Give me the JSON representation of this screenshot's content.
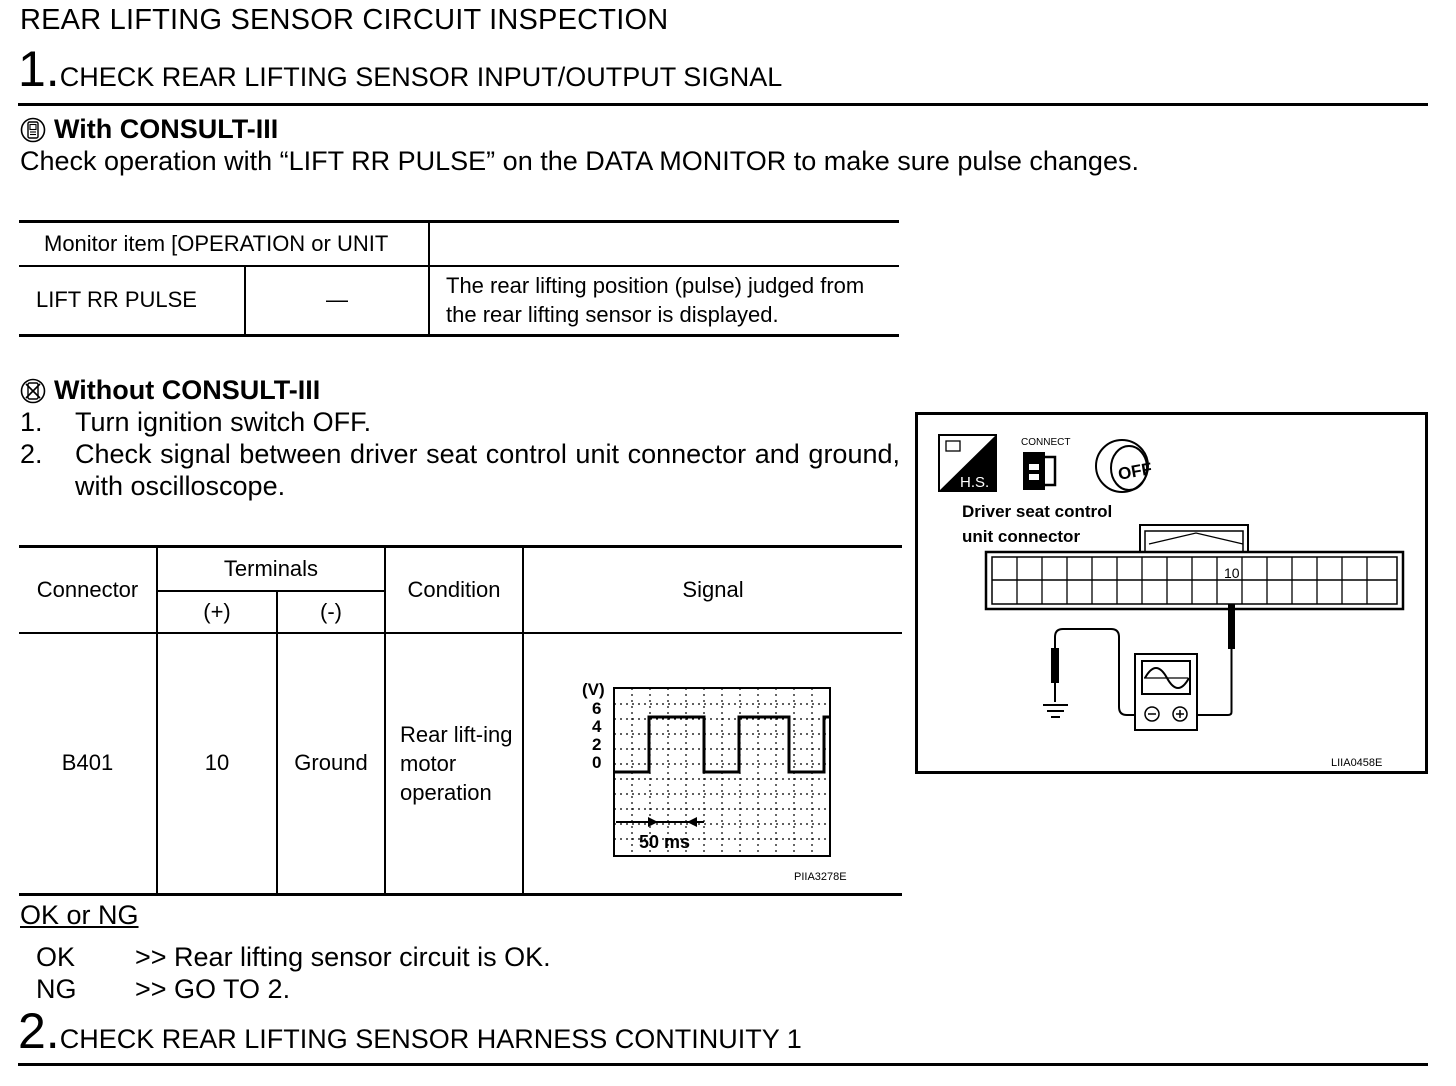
{
  "page_title": "REAR LIFTING SENSOR CIRCUIT INSPECTION",
  "step1": {
    "number": "1.",
    "title": "CHECK REAR LIFTING SENSOR INPUT/OUTPUT SIGNAL"
  },
  "with_consult": {
    "heading": "With CONSULT-III",
    "text": "Check operation with “LIFT RR PULSE” on the DATA MONITOR to make sure pulse changes."
  },
  "monitor_table": {
    "header": "Monitor item [OPERATION or UNIT",
    "row": {
      "item": "LIFT RR PULSE",
      "condition": "—",
      "description": "The rear lifting position (pulse) judged from the rear lifting sensor is displayed."
    }
  },
  "without_consult": {
    "heading": "Without CONSULT-III",
    "steps": [
      {
        "n": "1.",
        "text": "Turn ignition switch OFF."
      },
      {
        "n": "2.",
        "text": "Check signal between driver seat control unit connector and ground, with oscilloscope."
      }
    ]
  },
  "signal_table": {
    "headers": {
      "connector": "Connector",
      "terminals": "Terminals",
      "plus": "(+)",
      "minus": "(-)",
      "condition": "Condition",
      "signal": "Signal"
    },
    "row": {
      "connector": "B401",
      "plus": "10",
      "minus": "Ground",
      "condition": "Rear lift-ing motor operation"
    },
    "waveform": {
      "unit": "(V)",
      "y_ticks": [
        "6",
        "4",
        "2",
        "0"
      ],
      "time_label": "50 ms",
      "figure_id": "PIIA3278E"
    }
  },
  "diagram": {
    "hs_label": "H.S.",
    "connect_label": "CONNECT",
    "off_label": "OFF",
    "connector_label_line1": "Driver seat control",
    "connector_label_line2": "unit connector",
    "terminal": "10",
    "figure_id": "LIIA0458E"
  },
  "ok_ng": {
    "heading": "OK or NG",
    "results": [
      {
        "code": "OK",
        "text": ">> Rear lifting sensor circuit is OK."
      },
      {
        "code": "NG",
        "text": ">> GO TO 2."
      }
    ]
  },
  "step2": {
    "number": "2.",
    "title": "CHECK REAR LIFTING SENSOR HARNESS CONTINUITY 1"
  }
}
